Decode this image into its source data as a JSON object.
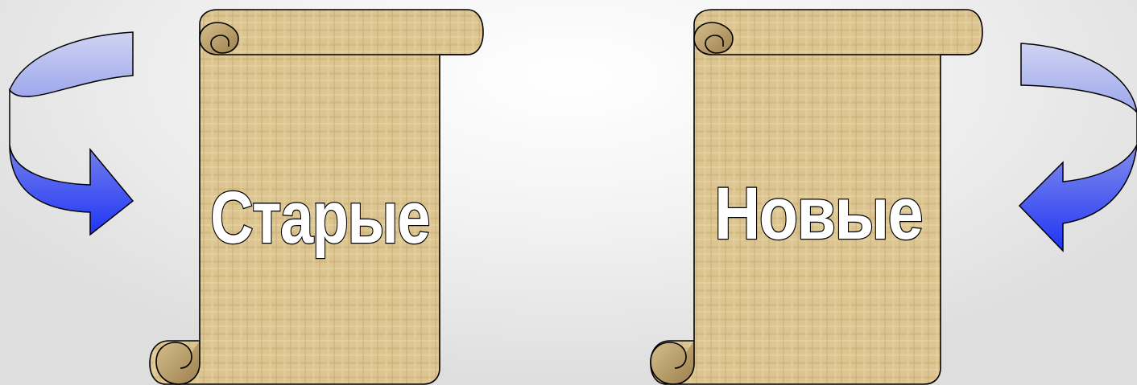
{
  "scrolls": [
    {
      "label": "Старые"
    },
    {
      "label": "Новые"
    }
  ],
  "colors": {
    "arrow_light": "#b8c0ee",
    "arrow_dark": "#2a3cf2",
    "parchment": "#dcc48e",
    "parchment_dark": "#b09460",
    "outline": "#000000"
  },
  "icons": {
    "left_arrow": "curved-arrow-down-right",
    "right_arrow": "curved-arrow-down-left"
  }
}
